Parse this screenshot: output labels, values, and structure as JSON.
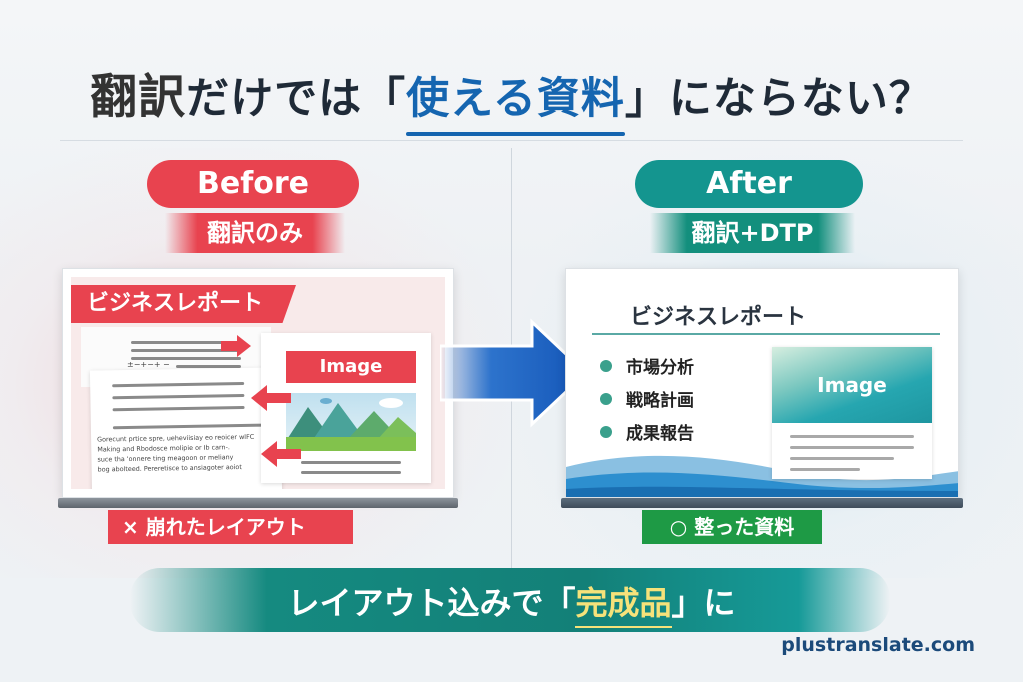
{
  "title": {
    "part1": "翻訳",
    "part2": "だけでは",
    "open_bracket": "「",
    "highlight": "使える資料",
    "close_bracket": "」",
    "part3": "にならない？"
  },
  "before": {
    "pill": "Before",
    "subtitle": "翻訳のみ",
    "doc_banner": "ビジネスレポート",
    "image_label": "Image",
    "garbled_text": [
      "Gorecunt prtice spre, ueheviisiay eo reoicer wlFC",
      "Making and Rbodosce molipie or Ib carn-.",
      "suce tha 'onnere ting meagoon or meliany",
      "bog abolteed. Pereretisce to ansiagoter aoiot"
    ],
    "result_label": "× 崩れたレイアウト",
    "color": "#e8434f"
  },
  "after": {
    "pill": "After",
    "subtitle": "翻訳+DTP",
    "doc_title": "ビジネスレポート",
    "bullets": [
      "市場分析",
      "戦略計画",
      "成果報告"
    ],
    "image_label": "Image",
    "result_label": "○ 整った資料",
    "color": "#14958f"
  },
  "banner": {
    "prefix": "レイアウト込みで",
    "open_bracket": "「",
    "highlight": "完成品",
    "close_bracket": "」",
    "suffix": "に"
  },
  "site": "plustranslate.com",
  "icons": {
    "transition_arrow": "arrow-right-icon",
    "misplaced_arrows": "arrow-icon"
  }
}
